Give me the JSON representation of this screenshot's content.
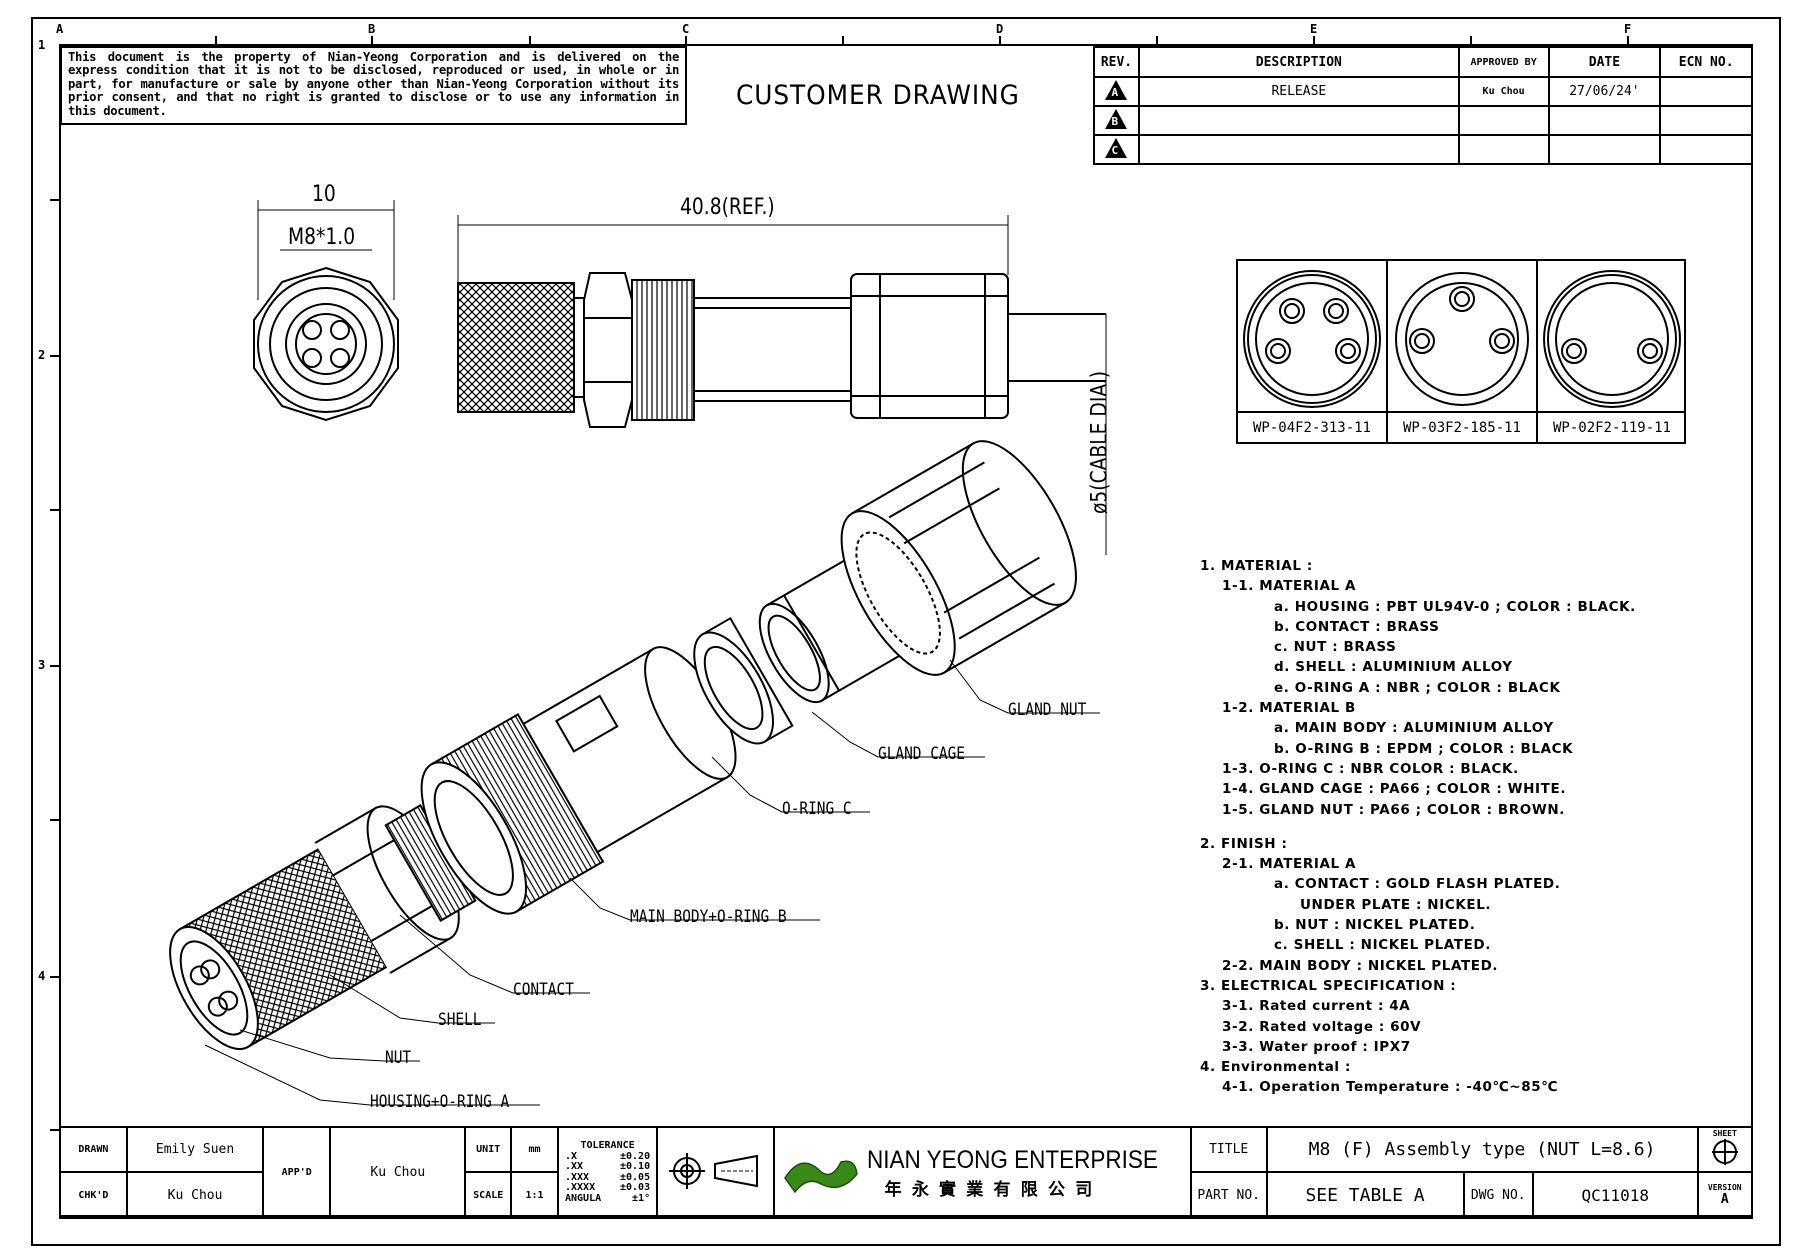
{
  "notice": "This document is the property of Nian-Yeong Corporation and is delivered on the express condition that it is not to be disclosed, reproduced or used, in whole or in part, for manufacture or sale by anyone other than Nian-Yeong Corporation without its prior consent, and that no right is granted to disclose or to use any information in this document.",
  "drawing_type": "CUSTOMER DRAWING",
  "grid": {
    "columns": [
      "A",
      "B",
      "C",
      "D",
      "E",
      "F"
    ],
    "rows": [
      "1",
      "2",
      "3",
      "4"
    ]
  },
  "revision_table": {
    "headers": [
      "REV.",
      "DESCRIPTION",
      "APPROVED BY",
      "DATE",
      "ECN NO."
    ],
    "rows": [
      {
        "rev": "A",
        "description": "RELEASE",
        "approved_by": "Ku Chou",
        "date": "27/06/24'",
        "ecn": ""
      },
      {
        "rev": "B",
        "description": "",
        "approved_by": "",
        "date": "",
        "ecn": ""
      },
      {
        "rev": "C",
        "description": "",
        "approved_by": "",
        "date": "",
        "ecn": ""
      }
    ]
  },
  "dimensions": {
    "width": "10",
    "thread": "M8*1.0",
    "length": "40.8(REF.)",
    "cable": "ø5(CABLE DIA.)"
  },
  "pin_table": [
    "WP-04F2-313-11",
    "WP-03F2-185-11",
    "WP-02F2-119-11"
  ],
  "callouts": {
    "gland_nut": "GLAND NUT",
    "gland_cage": "GLAND CAGE",
    "o_ring_c": "O-RING C",
    "main_body": "MAIN BODY+O-RING B",
    "contact": "CONTACT",
    "shell": "SHELL",
    "nut": "NUT",
    "housing": "HOUSING+O-RING A"
  },
  "notes": [
    {
      "level": 0,
      "text": "1. MATERIAL :"
    },
    {
      "level": 1,
      "text": "1-1. MATERIAL A"
    },
    {
      "level": 2,
      "text": "a. HOUSING : PBT UL94V-0 ; COLOR : BLACK."
    },
    {
      "level": 2,
      "text": "b. CONTACT : BRASS"
    },
    {
      "level": 2,
      "text": "c. NUT : BRASS"
    },
    {
      "level": 2,
      "text": "d. SHELL : ALUMINIUM ALLOY"
    },
    {
      "level": 2,
      "text": "e. O-RING A : NBR ; COLOR : BLACK"
    },
    {
      "level": 1,
      "text": "1-2. MATERIAL B"
    },
    {
      "level": 2,
      "text": "a. MAIN BODY : ALUMINIUM ALLOY"
    },
    {
      "level": 2,
      "text": "b. O-RING B : EPDM ; COLOR : BLACK"
    },
    {
      "level": 1,
      "text": "1-3. O-RING C : NBR COLOR : BLACK."
    },
    {
      "level": 1,
      "text": "1-4. GLAND CAGE : PA66 ; COLOR : WHITE."
    },
    {
      "level": 1,
      "text": "1-5. GLAND NUT : PA66 ; COLOR : BROWN."
    },
    {
      "level": 0,
      "text": "2. FINISH :"
    },
    {
      "level": 1,
      "text": "2-1. MATERIAL A"
    },
    {
      "level": 2,
      "text": "a. CONTACT : GOLD FLASH PLATED."
    },
    {
      "level": 3,
      "text": "UNDER PLATE : NICKEL."
    },
    {
      "level": 2,
      "text": "b. NUT : NICKEL PLATED."
    },
    {
      "level": 2,
      "text": "c. SHELL : NICKEL PLATED."
    },
    {
      "level": 1,
      "text": "2-2. MAIN BODY : NICKEL PLATED."
    },
    {
      "level": 0,
      "text": "3. ELECTRICAL SPECIFICATION :"
    },
    {
      "level": 1,
      "text": "3-1. Rated current : 4A"
    },
    {
      "level": 1,
      "text": "3-2. Rated voltage : 60V"
    },
    {
      "level": 1,
      "text": "3-3. Water proof : IPX7"
    },
    {
      "level": 0,
      "text": "4. Environmental :"
    },
    {
      "level": 1,
      "text": "4-1. Operation Temperature : -40℃~85℃"
    }
  ],
  "title_block": {
    "drawn_label": "DRAWN",
    "drawn": "Emily Suen",
    "checked_label": "CHK'D",
    "checked": "Ku Chou",
    "approved_label": "APP'D",
    "approved": "Ku Chou",
    "unit_label": "UNIT",
    "unit": "mm",
    "scale_label": "SCALE",
    "scale": "1:1",
    "tolerance_title": "TOLERANCE",
    "tolerances": [
      [
        ".X",
        "±0.20"
      ],
      [
        ".XX",
        "±0.10"
      ],
      [
        ".XXX",
        "±0.05"
      ],
      [
        ".XXXX",
        "±0.03"
      ],
      [
        "ANGULA",
        "±1°"
      ]
    ],
    "company": "NIAN YEONG ENTERPRISE",
    "company_cn": "年 永 實 業 有 限 公 司",
    "title_label": "TITLE",
    "title": "M8 (F) Assembly type (NUT L=8.6)",
    "part_label": "PART NO.",
    "part": "SEE TABLE A",
    "dwg_label": "DWG NO.",
    "dwg": "QC11018",
    "sheet_label": "SHEET",
    "version_label": "VERSION",
    "version": "A",
    "logo_color": "#3a8a1a"
  }
}
